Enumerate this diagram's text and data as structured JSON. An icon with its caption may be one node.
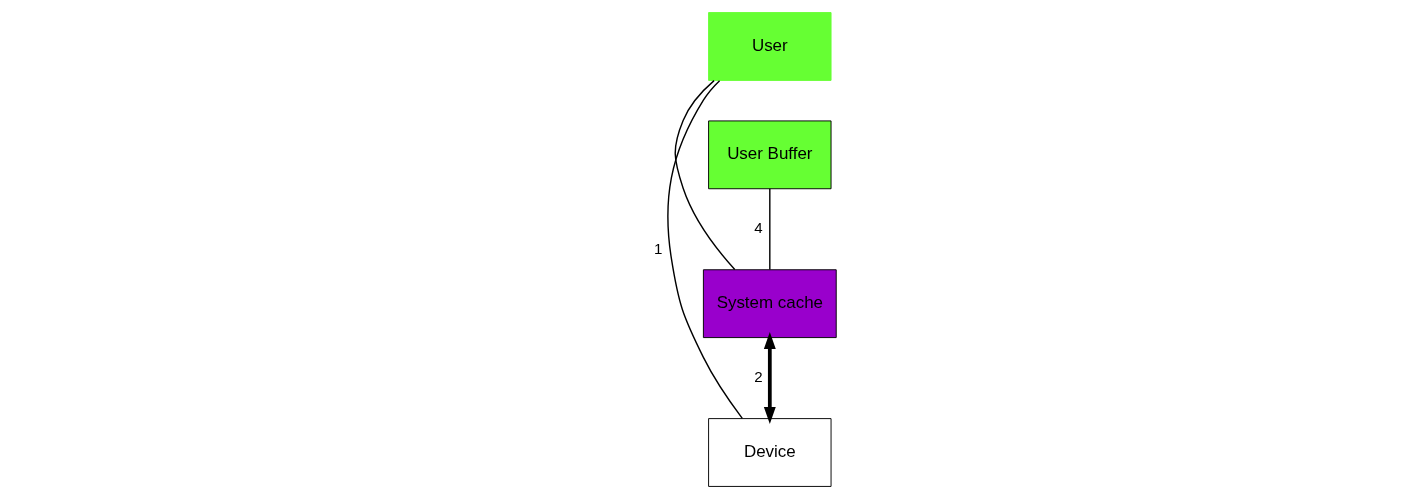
{
  "diagram": {
    "nodes": [
      {
        "text": [
          "User"
        ]
      },
      {
        "text": [
          "User Buffer"
        ]
      },
      {
        "text": [
          "System cache"
        ]
      },
      {
        "text": [
          "Device"
        ]
      }
    ],
    "edges": [
      {
        "from": 0,
        "to": 3,
        "arrow": "none",
        "label": "1"
      },
      {
        "from": 1,
        "to": 2,
        "arrow": "none",
        "label": "4"
      },
      {
        "from": 2,
        "to": 3,
        "arrow": "both",
        "label": "2",
        "style": "thick"
      },
      {
        "from": 0,
        "to": 2,
        "arrow": "none"
      }
    ]
  }
}
